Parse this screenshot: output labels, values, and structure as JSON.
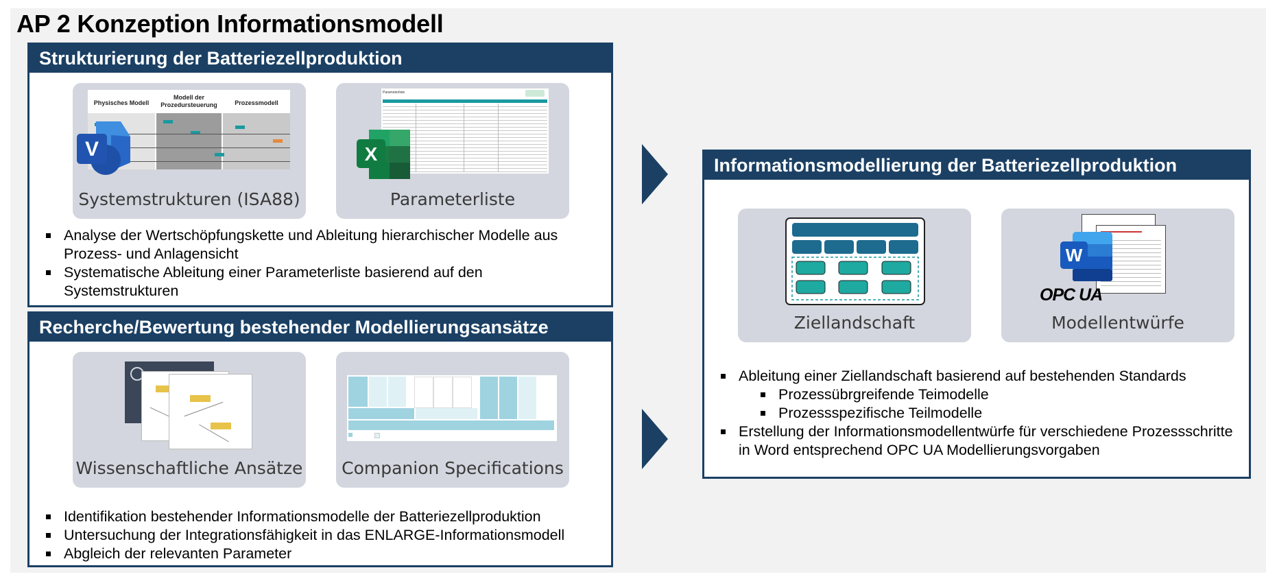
{
  "page": {
    "title": "AP 2 Konzeption Informationsmodell"
  },
  "panels": {
    "structure": {
      "title": "Strukturierung der Batteriezellproduktion",
      "cards": [
        {
          "label": "Systemstrukturen (ISA88)",
          "icon": "visio-icon"
        },
        {
          "label": "Parameterliste",
          "icon": "excel-icon"
        }
      ],
      "thumb_headers": [
        "Physisches Modell",
        "Modell der Prozedursteuerung",
        "Prozessmodell"
      ],
      "bullets": [
        "Analyse der Wertschöpfungskette und Ableitung hierarchischer Modelle aus Prozess- und Anlagensicht",
        "Systematische Ableitung einer Parameterliste basierend auf den Systemstrukturen"
      ]
    },
    "research": {
      "title": "Recherche/Bewertung bestehender Modellierungsansätze",
      "cards": [
        {
          "label": "Wissenschaftliche Ansätze"
        },
        {
          "label": "Companion Specifications"
        }
      ],
      "bullets": [
        "Identifikation bestehender Informationsmodelle der Batteriezellproduktion",
        "Untersuchung der Integrationsfähigkeit in das ENLARGE-Informationsmodell",
        "Abgleich der relevanten Parameter"
      ]
    },
    "modeling": {
      "title": "Informationsmodellierung der Batteriezellproduktion",
      "cards": [
        {
          "label": "Ziellandschaft"
        },
        {
          "label": "Modellentwürfe",
          "icon": "word-icon",
          "logo": "OPC UA"
        }
      ],
      "bullets": [
        {
          "text": "Ableitung einer Ziellandschaft basierend auf bestehenden Standards",
          "level": 1
        },
        {
          "text": "Prozessübrgreifende Teimodelle",
          "level": 2
        },
        {
          "text": "Prozessspezifische Teilmodelle",
          "level": 2
        },
        {
          "text": "Erstellung der Informationsmodellentwürfe für verschiedene Prozessschritte in Word entsprechend OPC UA Modellierungsvorgaben",
          "level": 1
        }
      ]
    }
  },
  "colors": {
    "header": "#1b4064",
    "card": "#d3d6de",
    "background": "#f2f2f2",
    "teal": "#1a9aa0"
  }
}
